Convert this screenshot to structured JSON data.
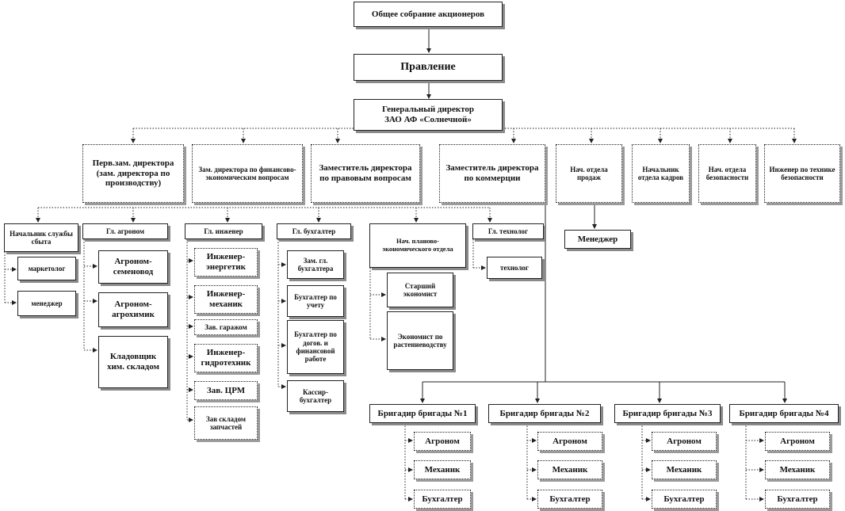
{
  "org": {
    "shareholders": "Общее собрание акционеров",
    "board": "Правление",
    "gen_director_line1": "Генеральный  директор",
    "gen_director_line2": "ЗАО АФ «Солнечной»",
    "first_deputy": "Перв.зам. директора (зам. директора по производству)",
    "deputy_finance": "Зам. директора по финансово-экономическим вопросам",
    "deputy_legal": "Заместитель директора по правовым вопросам",
    "deputy_commerce": "Заместитель директора по коммерции",
    "head_sales_dept": "Нач. отдела продаж",
    "head_hr_dept": "Начальник отдела кадров",
    "head_security_dept": "Нач. отдела безопасности",
    "safety_engineer": "Инженер по технике безопасности",
    "head_sales_service": "Начальник службы сбыта",
    "marketer": "маркетолог",
    "manager_sales_service": "менеджер",
    "chief_agronomist": "Гл. агроном",
    "agronomist_seed": "Агроном-семеновод",
    "agronomist_chem": "Агроном-агрохимик",
    "storekeeper": "Кладовщик хим. складом",
    "chief_engineer": "Гл. инженер",
    "engineer_energy": "Инженер-энергетик",
    "engineer_mech": "Инженер-механик",
    "head_garage": "Зав. гаражом",
    "engineer_hydro": "Инженер-гидротехник",
    "head_crm": "Зав. ЦРМ",
    "head_parts_store": "Зав складом запчастей",
    "chief_accountant": "Гл. бухгалтер",
    "deputy_chief_accountant": "Зам. гл. бухгалтера",
    "accountant_records": "Бухгалтер по учету",
    "accountant_contracts": "Бухгалтер по догов. и финансовой работе",
    "cashier_accountant": "Кассир-бухгалтер",
    "head_plan_econ": "Нач. планово-экономического отдела",
    "senior_economist": "Старший экономист",
    "economist_crop": "Экономист по растениеводству",
    "chief_technologist": "Гл. технолог",
    "technologist": "технолог",
    "manager_sales_dept": "Менеджер",
    "brigades": [
      {
        "title": "Бригадир бригады №1",
        "agronomist": "Агроном",
        "mechanic": "Механик",
        "accountant": "Бухгалтер"
      },
      {
        "title": "Бригадир бригады №2",
        "agronomist": "Агроном",
        "mechanic": "Механик",
        "accountant": "Бухгалтер"
      },
      {
        "title": "Бригадир бригады №3",
        "agronomist": "Агроном",
        "mechanic": "Механик",
        "accountant": "Бухгалтер"
      },
      {
        "title": "Бригадир бригады №4",
        "agronomist": "Агроном",
        "mechanic": "Механик",
        "accountant": "Бухгалтер"
      }
    ]
  },
  "colors": {
    "line": "#222222",
    "shadow": "#8a8a8a",
    "background": "#ffffff"
  }
}
